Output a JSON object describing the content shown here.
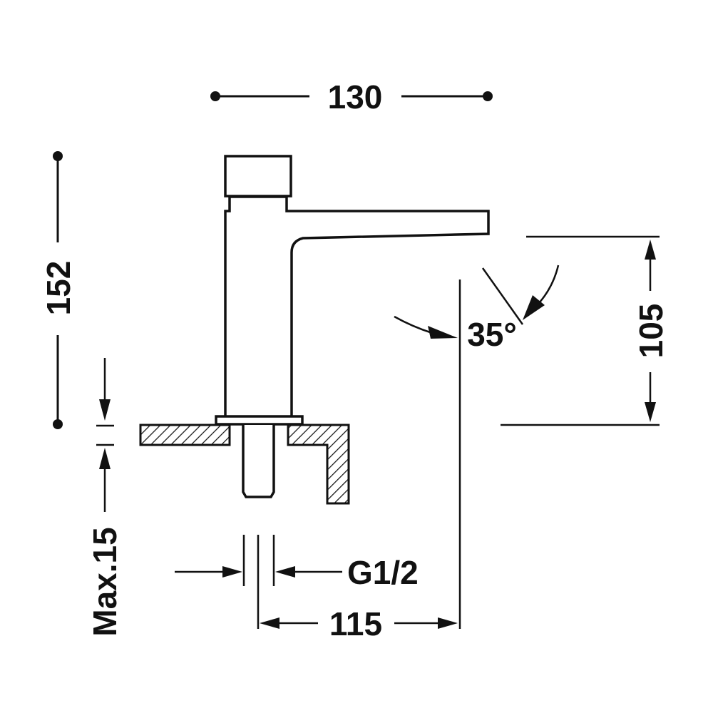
{
  "dimensions": {
    "overall_width": "130",
    "overall_height": "152",
    "spout_height": "105",
    "spout_reach": "115",
    "max_deck_thickness": "Max.15",
    "thread": "G1/2",
    "spout_angle": "35°"
  },
  "colors": {
    "line": "#111111",
    "background": "#ffffff"
  }
}
